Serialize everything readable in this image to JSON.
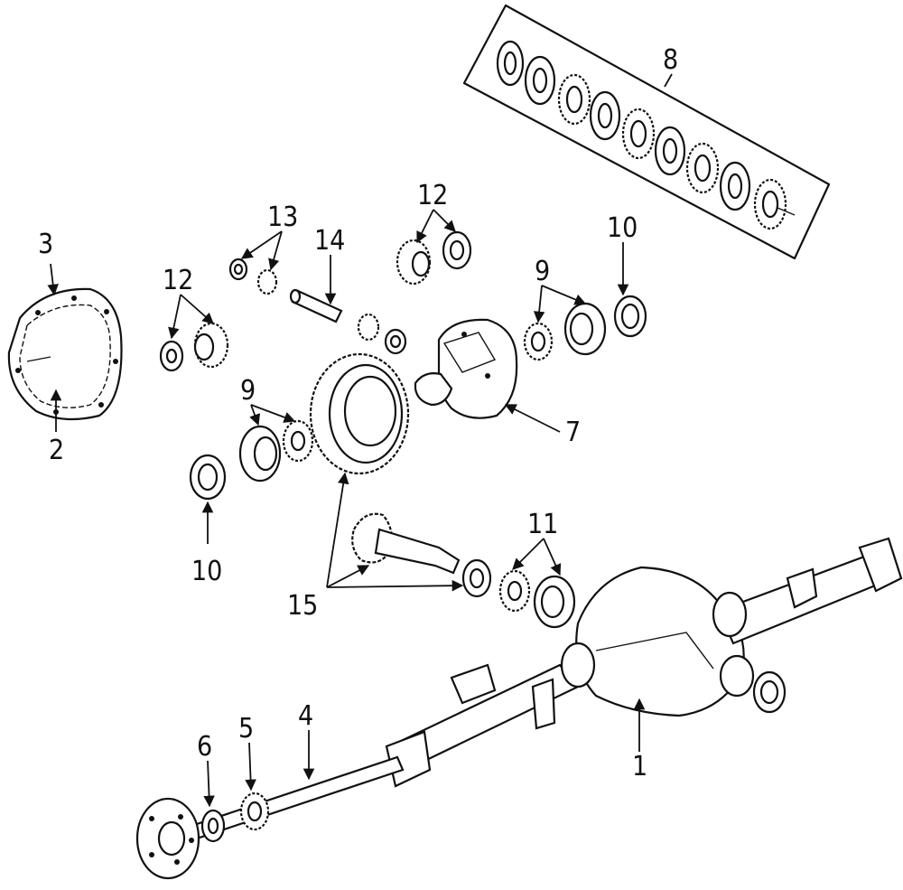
{
  "callouts": {
    "c1": "1",
    "c2": "2",
    "c3": "3",
    "c4": "4",
    "c5": "5",
    "c6": "6",
    "c7": "7",
    "c8": "8",
    "c9a": "9",
    "c9b": "9",
    "c10a": "10",
    "c10b": "10",
    "c11": "11",
    "c12a": "12",
    "c12b": "12",
    "c13": "13",
    "c14": "14",
    "c15": "15"
  }
}
